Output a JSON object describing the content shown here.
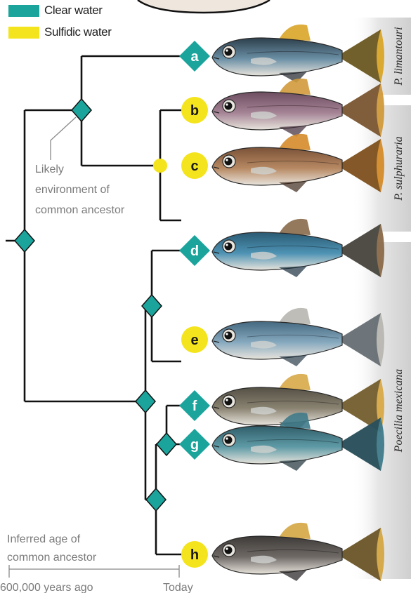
{
  "legend": {
    "clear": {
      "label": "Clear water",
      "color": "#1ba49c"
    },
    "sulfidic": {
      "label": "Sulfidic water",
      "color": "#f4e41e"
    }
  },
  "colors": {
    "clear": "#1ba49c",
    "sulfidic": "#f4e41e",
    "branch": "#111111",
    "annotation": "#7b7b7b",
    "species_band": "#d9d9d9"
  },
  "tips": [
    {
      "id": "a",
      "habitat": "clear",
      "fish": "blue-black"
    },
    {
      "id": "b",
      "habitat": "sulfidic",
      "fish": "mauve"
    },
    {
      "id": "c",
      "habitat": "sulfidic",
      "fish": "bronze"
    },
    {
      "id": "d",
      "habitat": "clear",
      "fish": "teal-blue"
    },
    {
      "id": "e",
      "habitat": "sulfidic",
      "fish": "pale-blue"
    },
    {
      "id": "f",
      "habitat": "clear",
      "fish": "olive-grey"
    },
    {
      "id": "g",
      "habitat": "clear",
      "fish": "steel-teal"
    },
    {
      "id": "h",
      "habitat": "sulfidic",
      "fish": "dark-grey"
    }
  ],
  "species": [
    {
      "label": "P. limantouri"
    },
    {
      "label": "P. sulphuraria"
    },
    {
      "label": "Poecilia mexicana"
    }
  ],
  "ancestor_note": {
    "line1": "Likely",
    "line2": "environment of",
    "line3": "common ancestor"
  },
  "age_note": {
    "line1": "Inferred age of",
    "line2": "common ancestor"
  },
  "timeline": {
    "start": "600,000 years ago",
    "end": "Today"
  }
}
